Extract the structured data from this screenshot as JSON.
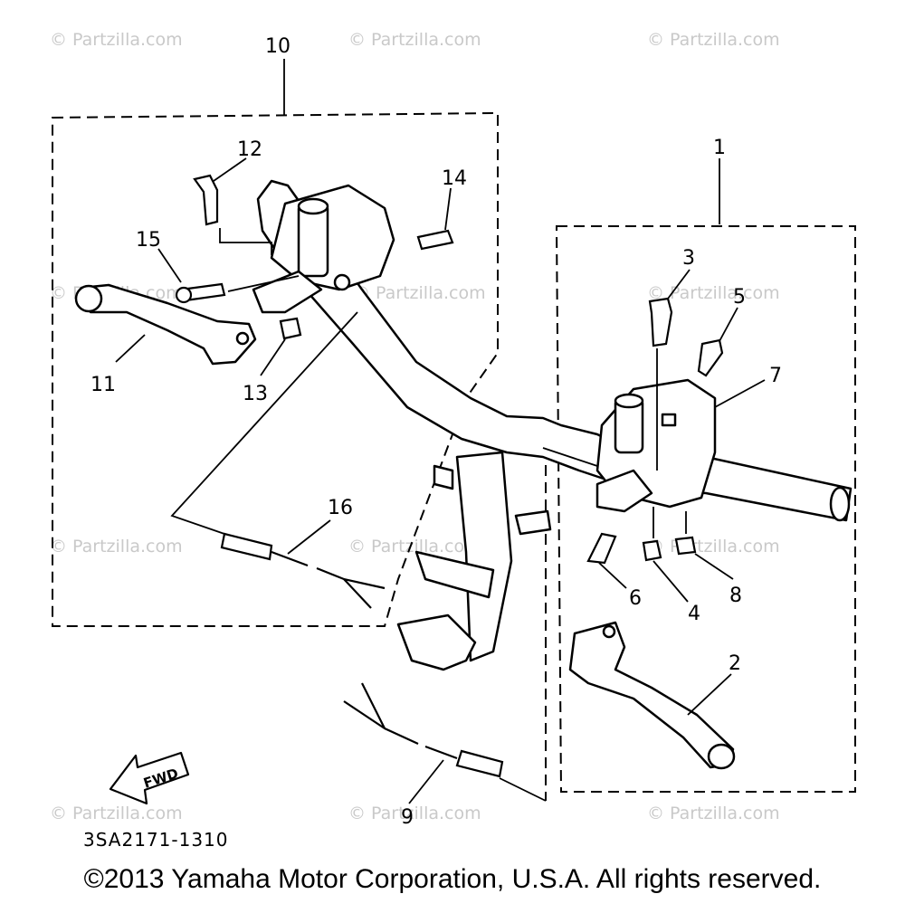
{
  "diagram": {
    "callouts": [
      {
        "id": "callout-10",
        "label": "10"
      },
      {
        "id": "callout-12",
        "label": "12"
      },
      {
        "id": "callout-14",
        "label": "14"
      },
      {
        "id": "callout-15",
        "label": "15"
      },
      {
        "id": "callout-11",
        "label": "11"
      },
      {
        "id": "callout-13",
        "label": "13"
      },
      {
        "id": "callout-16",
        "label": "16"
      },
      {
        "id": "callout-1",
        "label": "1"
      },
      {
        "id": "callout-3",
        "label": "3"
      },
      {
        "id": "callout-5",
        "label": "5"
      },
      {
        "id": "callout-7",
        "label": "7"
      },
      {
        "id": "callout-6",
        "label": "6"
      },
      {
        "id": "callout-4",
        "label": "4"
      },
      {
        "id": "callout-8",
        "label": "8"
      },
      {
        "id": "callout-2",
        "label": "2"
      },
      {
        "id": "callout-9",
        "label": "9"
      }
    ],
    "fwd_label": "FWD",
    "part_code": "3SA2171-1310",
    "watermark": "© Partzilla.com",
    "copyright": "©2013 Yamaha Motor Corporation, U.S.A. All rights reserved."
  },
  "colors": {
    "line": "#000000",
    "watermark": "#c9c9c9",
    "background": "#ffffff"
  }
}
